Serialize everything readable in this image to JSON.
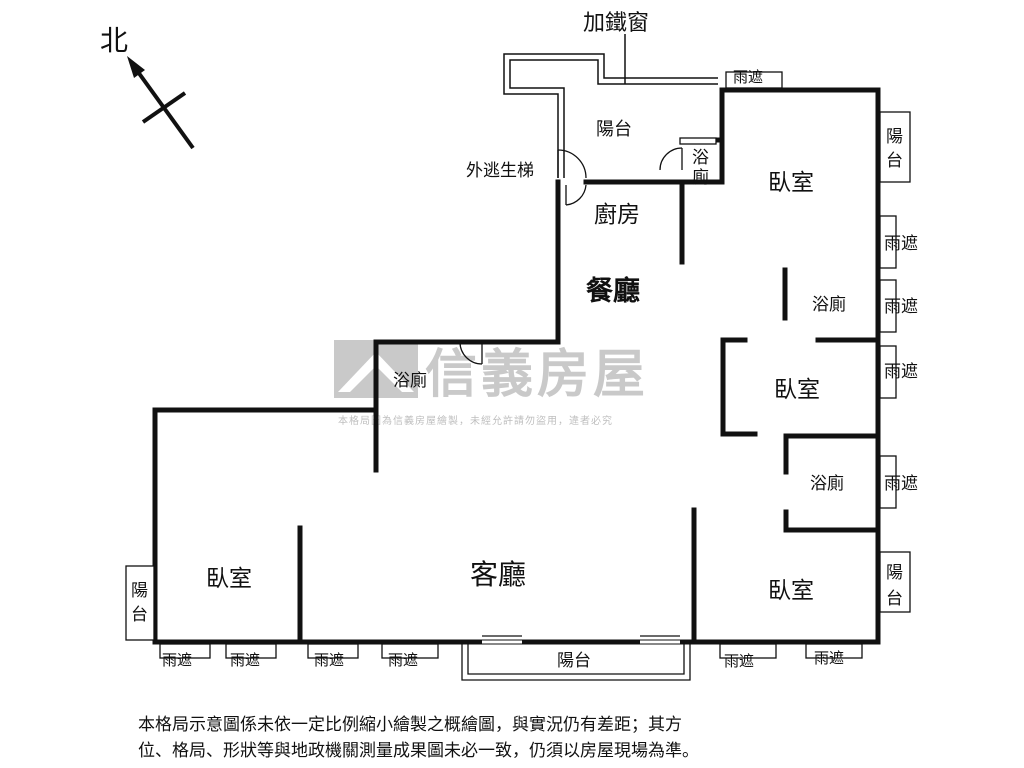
{
  "compass": {
    "label": "北"
  },
  "annotations": {
    "iron_window": "加鐵窗",
    "fire_escape": "外逃生梯"
  },
  "rooms": {
    "balcony_top": "陽台",
    "kitchen": "廚房",
    "dining": "餐廳",
    "bath_kitchen": "浴\n廁",
    "bath_kitchen_1": "浴",
    "bath_kitchen_2": "廁",
    "bedroom_ne": "臥室",
    "bath_east": "浴廁",
    "bedroom_mid": "臥室",
    "bath_center": "浴廁",
    "bath_se": "浴廁",
    "bedroom_se": "臥室",
    "bedroom_sw": "臥室",
    "living": "客廳",
    "balcony_south": "陽台"
  },
  "fixtures": {
    "awning": "雨遮",
    "balcony_side_1": "陽",
    "balcony_side_2": "台"
  },
  "watermark": {
    "brand": "信義房屋",
    "notice": "本格局圖為信義房屋繪製，未經允許請勿盜用，違者必究"
  },
  "disclaimer": {
    "line1": "本格局示意圖係未依一定比例縮小繪製之概繪圖，與實況仍有差距；其方",
    "line2": "位、格局、形狀等與地政機關測量成果圖未必一致，仍須以房屋現場為準。"
  }
}
